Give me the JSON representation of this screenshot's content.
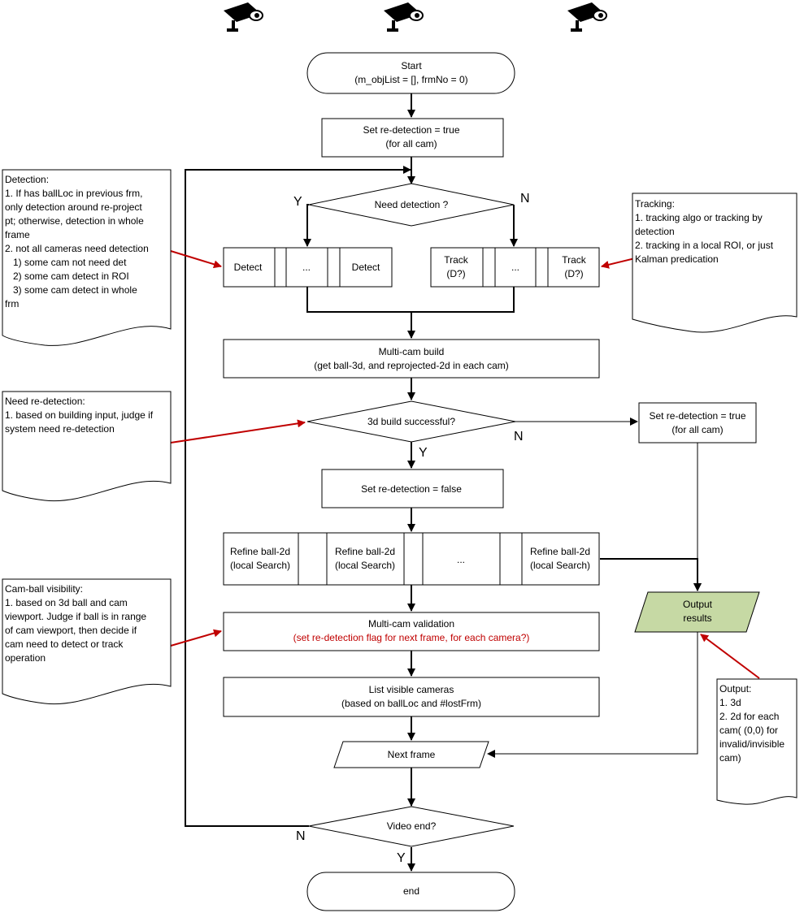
{
  "cameras": [
    {
      "icon": "security-camera-icon"
    },
    {
      "icon": "security-camera-icon"
    },
    {
      "icon": "security-camera-icon"
    }
  ],
  "start": {
    "line1": "Start",
    "line2": "(m_objList = [], frmNo = 0)"
  },
  "init_redetect": {
    "line1": "Set re-detection = true",
    "line2": "(for all cam)"
  },
  "need_detection": {
    "label": "Need detection ?",
    "yes": "Y",
    "no": "N"
  },
  "detect_boxes": [
    "Detect",
    "...",
    "Detect"
  ],
  "track_boxes": [
    {
      "line1": "Track",
      "line2": "(D?)"
    },
    {
      "line1": "...",
      "line2": ""
    },
    {
      "line1": "Track",
      "line2": "(D?)"
    }
  ],
  "multicam_build": {
    "line1": "Multi-cam build",
    "line2": "(get ball-3d, and reprojected-2d in each cam)"
  },
  "build_success": {
    "label": "3d build successful?",
    "yes": "Y",
    "no": "N"
  },
  "fail_redetect": {
    "line1": "Set re-detection = true",
    "line2": "(for all cam)"
  },
  "set_false": {
    "label": "Set re-detection = false"
  },
  "refine_boxes": [
    {
      "line1": "Refine ball-2d",
      "line2": "(local Search)"
    },
    {
      "line1": "Refine ball-2d",
      "line2": "(local Search)"
    },
    {
      "line1": "...",
      "line2": ""
    },
    {
      "line1": "Refine ball-2d",
      "line2": "(local Search)"
    }
  ],
  "validation": {
    "line1": "Multi-cam validation",
    "line2": "(set re-detection flag for next frame, for each camera?)"
  },
  "visible": {
    "line1": "List visible cameras",
    "line2": "(based on ballLoc and #lostFrm)"
  },
  "next_frame": {
    "label": "Next frame"
  },
  "video_end": {
    "label": "Video end?",
    "yes": "Y",
    "no": "N"
  },
  "end": {
    "label": "end"
  },
  "output": {
    "line1": "Output",
    "line2": "results"
  },
  "notes": {
    "detection": [
      "Detection:",
      "1. If has ballLoc in previous frm,",
      "only detection around re-project",
      "pt; otherwise, detection in whole",
      "frame",
      "2. not all cameras need detection",
      "   1) some cam not need det",
      "   2) some cam detect in ROI",
      "   3) some cam detect in whole",
      "frm"
    ],
    "tracking": [
      "Tracking:",
      "1. tracking algo or tracking by",
      "detection",
      "2. tracking in a local ROI, or just",
      "Kalman predication"
    ],
    "redetection": [
      "Need re-detection:",
      "1. based on building input, judge if",
      "system need re-detection"
    ],
    "visibility": [
      "Cam-ball visibility:",
      "1. based on 3d ball and cam",
      "viewport. Judge if ball is in range",
      "of cam viewport, then decide if",
      "cam need to detect or track",
      "operation"
    ],
    "output": [
      "Output:",
      "1. 3d",
      "2. 2d for each",
      "cam( (0,0) for",
      "invalid/invisible",
      "cam)"
    ]
  },
  "colors": {
    "output_fill": "#c6d9a4",
    "annotation": "#c00000",
    "validation_text": "#c00000"
  }
}
